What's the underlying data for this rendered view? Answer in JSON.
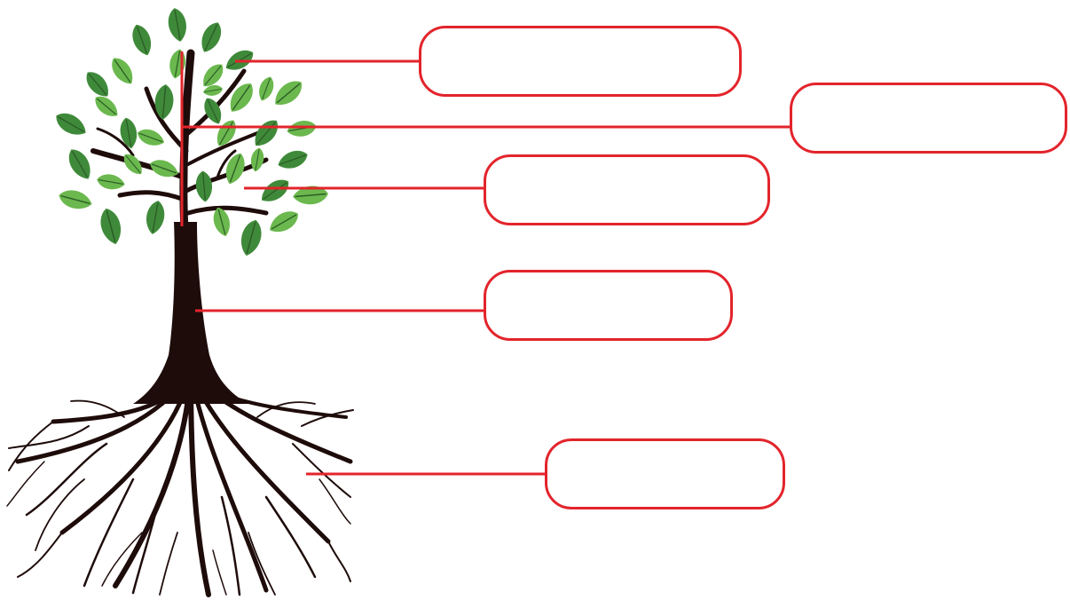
{
  "diagram": {
    "subject": "tree",
    "labels": [
      {
        "id": "leaves",
        "text": ""
      },
      {
        "id": "stem",
        "text": ""
      },
      {
        "id": "branches",
        "text": ""
      },
      {
        "id": "trunk",
        "text": ""
      },
      {
        "id": "roots",
        "text": ""
      }
    ]
  },
  "colors": {
    "leader_line": "#e3242b",
    "box_border": "#e3242b",
    "leaf_dark": "#3f8a3a",
    "leaf_light": "#6bb84e",
    "trunk": "#1e0c0a"
  }
}
